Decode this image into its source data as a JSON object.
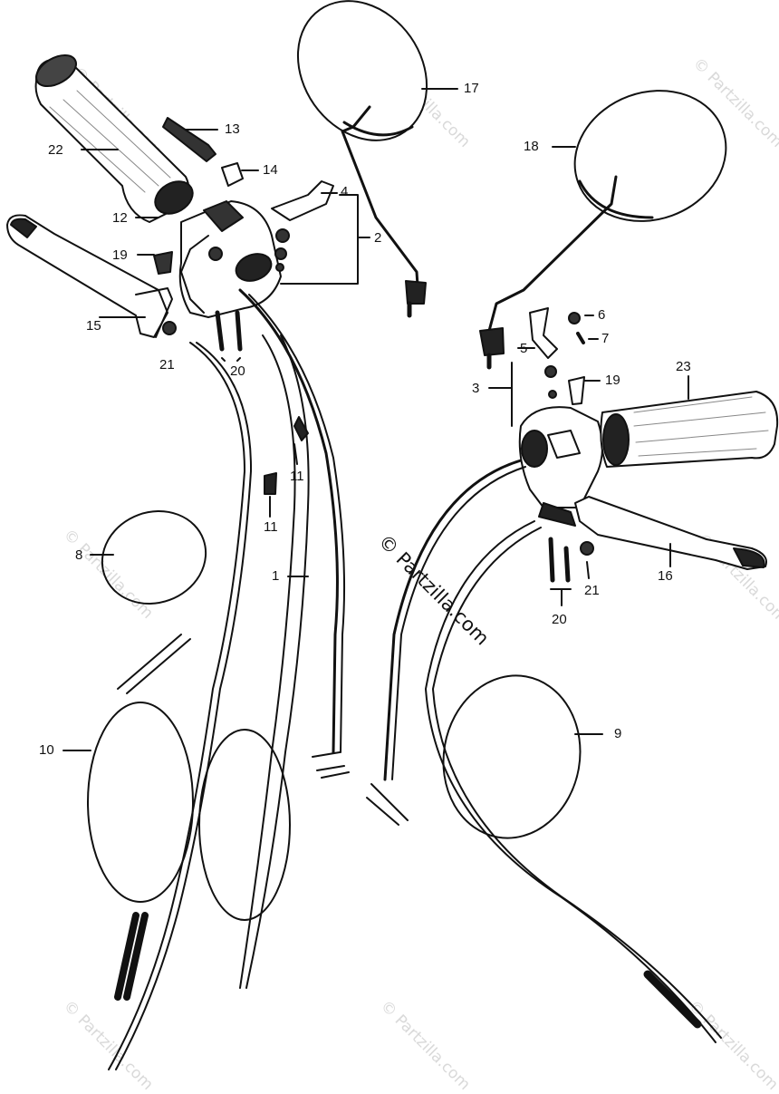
{
  "watermarks": {
    "main": "© Partzilla.com",
    "faint": "© Partzilla.com"
  },
  "callouts": {
    "c1": "1",
    "c2": "2",
    "c3": "3",
    "c4": "4",
    "c5": "5",
    "c6": "6",
    "c7": "7",
    "c8": "8",
    "c9": "9",
    "c10": "10",
    "c11a": "11",
    "c11b": "11",
    "c12": "12",
    "c13": "13",
    "c14": "14",
    "c15": "15",
    "c16": "16",
    "c17": "17",
    "c18": "18",
    "c19a": "19",
    "c19b": "19",
    "c20a": "20",
    "c20b": "20",
    "c21a": "21",
    "c21b": "21",
    "c22": "22",
    "c23": "23"
  }
}
